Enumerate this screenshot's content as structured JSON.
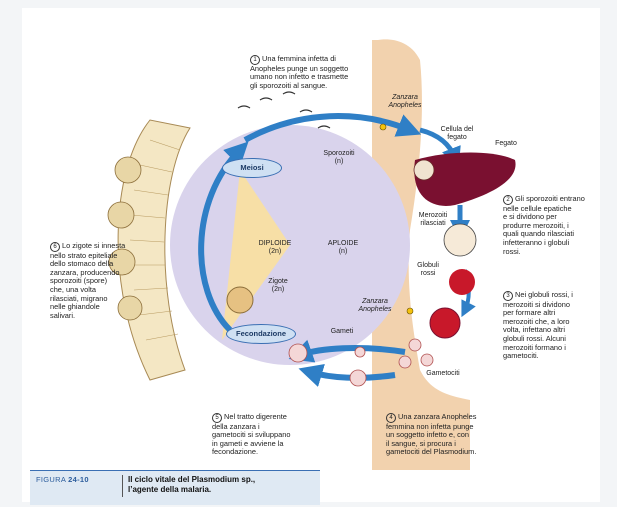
{
  "figure": {
    "code": "FIGURA",
    "number": "24-10",
    "caption_line1": "Il ciclo vitale del Plasmodium sp.,",
    "caption_line2": "l’agente della malaria."
  },
  "steps": [
    {
      "num": "1",
      "text": "Una femmina infetta di\nAnopheles punge un soggetto\numano non infetto e trasmette\ngli sporozoiti al sangue."
    },
    {
      "num": "2",
      "text": "Gli sporozoiti entrano\nnelle cellule epatiche\ne si dividono per\nprodurre merozoiti, i\nquali quando rilasciati\ninfetteranno i globuli\nrossi."
    },
    {
      "num": "3",
      "text": "Nei globuli rossi, i\nmerozoiti si dividono\nper formare altri\nmerozoiti che, a loro\nvolta, infettano altri\nglobuli rossi. Alcuni\nmerozoiti formano i\ngametociti."
    },
    {
      "num": "4",
      "text": "Una zanzara Anopheles\nfemmina non infetta punge\nun soggetto infetto e, con\nil sangue, si procura i\ngametociti del Plasmodium."
    },
    {
      "num": "5",
      "text": "Nel tratto digerente\ndella zanzara i\ngametociti si sviluppano\nin gameti e avviene la\nfecondazione."
    },
    {
      "num": "6",
      "text": "Lo zigote si innesta\nnello strato epiteliale\ndello stomaco della\nzanzara, producendo\nsporozoiti (spore)\nche, una volta\nrilasciati, migrano\nnelle ghiandole\nsalivari."
    }
  ],
  "labels": {
    "zanzara_top": "Zanzara\nAnopheles",
    "cellula_fegato": "Cellula del\nfegato",
    "fegato": "Fegato",
    "sporozoiti": "Sporozoiti\n(n)",
    "meiosi": "Meiosi",
    "diploide": "DIPLOIDE\n(2n)",
    "aploide": "APLOIDE\n(n)",
    "merozoiti": "Merozoiti\nrilasciati",
    "globuli": "Globuli\nrossi",
    "zigote": "Zigote\n(2n)",
    "fecondazione": "Fecondazione",
    "gameti": "Gameti",
    "zanzara_bottom": "Zanzara\nAnopheles",
    "gametociti": "Gametociti"
  },
  "colors": {
    "arrow": "#2f7fc6",
    "haploid_fill": "#d9d3ec",
    "diploid_fill": "#f7dfa6",
    "skin": "#f2d2ae",
    "liver": "#7a1030",
    "rbc": "#c8182a",
    "gut_wall": "#f4e7c4"
  }
}
